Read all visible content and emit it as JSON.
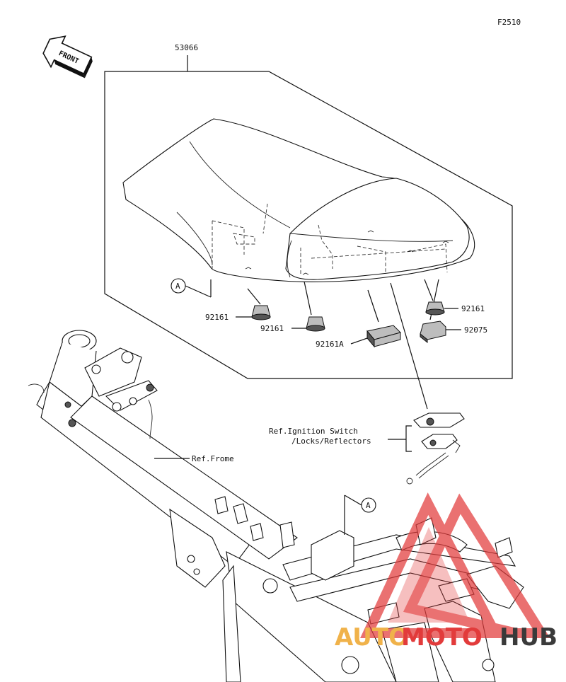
{
  "figure_code": "F2510",
  "front_badge": "FRONT",
  "callout_letter": "A",
  "parts": {
    "seat": "53066",
    "cushion_left_1": "92161",
    "cushion_left_2": "92161",
    "cushion_right": "92161",
    "pad": "92161A",
    "stopper": "92075"
  },
  "refs": {
    "ignition_line1": "Ref.Ignition Switch",
    "ignition_line2": "/Locks/Reflectors",
    "frame": "Ref.Frome"
  },
  "watermark": {
    "text_auto": "AUTO",
    "text_moto": "MOTO",
    "text_hub": "HUB",
    "color_red": "#e23b3b",
    "color_orange": "#f0b24a",
    "color_dark": "#3a3a3a"
  }
}
